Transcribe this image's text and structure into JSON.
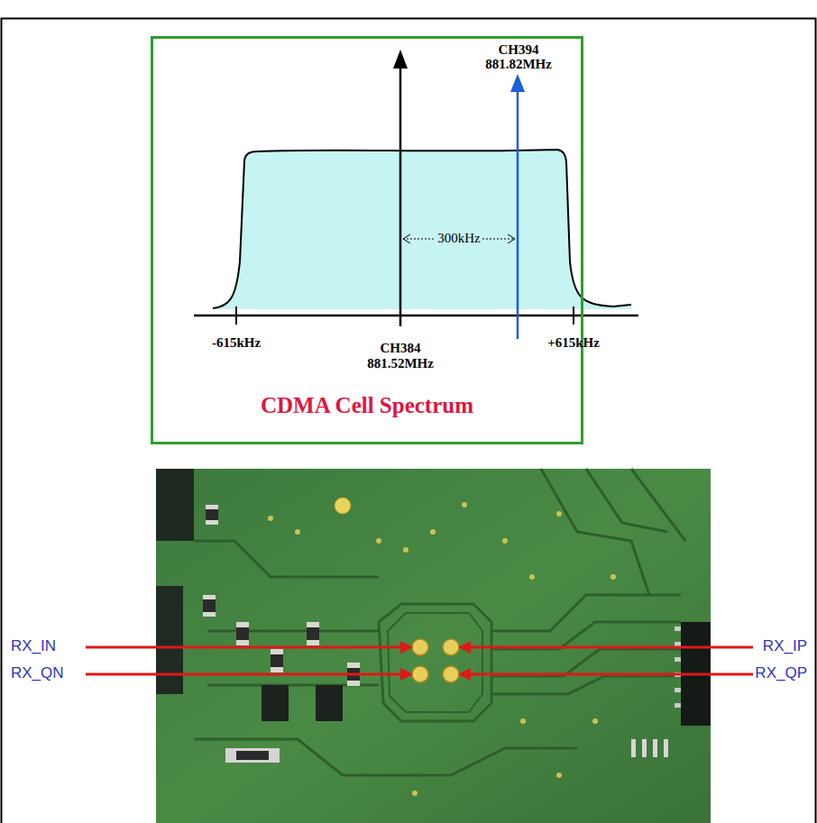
{
  "diagram": {
    "nodes": [
      {
        "text": [
          "CDMA Cell Spectrum"
        ]
      }
    ],
    "labels": [
      "CH394",
      "881.82MHz",
      "300kHz",
      "-615kHz",
      "CH384",
      "881.52MHz",
      "+615kHz",
      "RX_IN",
      "RX_QN",
      "RX_IP",
      "RX_QP"
    ]
  }
}
